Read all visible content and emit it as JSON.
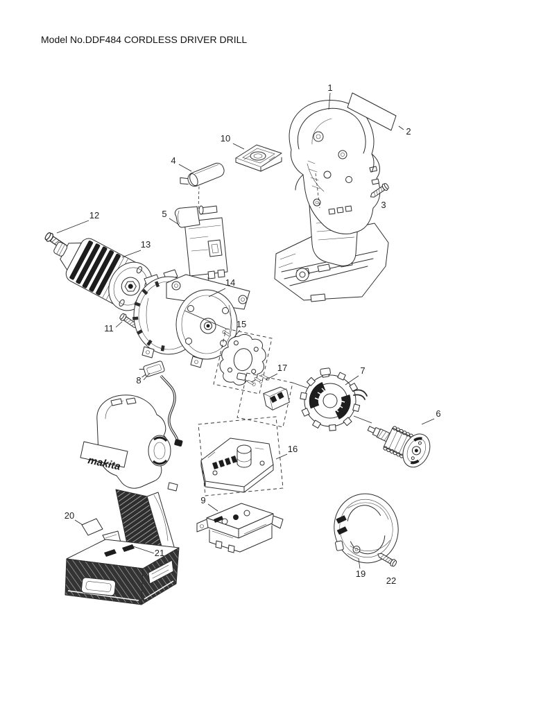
{
  "page": {
    "title": "Model No.DDF484 CORDLESS DRIVER DRILL"
  },
  "palette": {
    "background": "#ffffff",
    "ink": "#1a1a1a",
    "line": "#2b2b2b"
  },
  "diagram": {
    "type": "exploded-parts-diagram",
    "model": "DDF484",
    "brand_logo_text": "makita",
    "callouts": [
      {
        "label": "1"
      },
      {
        "label": "2"
      },
      {
        "label": "3"
      },
      {
        "label": "4"
      },
      {
        "label": "5"
      },
      {
        "label": "6"
      },
      {
        "label": "7"
      },
      {
        "label": "8"
      },
      {
        "label": "9"
      },
      {
        "label": "10"
      },
      {
        "label": "11"
      },
      {
        "label": "12"
      },
      {
        "label": "13"
      },
      {
        "label": "14"
      },
      {
        "label": "15"
      },
      {
        "label": "16"
      },
      {
        "label": "17"
      },
      {
        "label": "19"
      },
      {
        "label": "20"
      },
      {
        "label": "21"
      },
      {
        "label": "22"
      }
    ]
  }
}
